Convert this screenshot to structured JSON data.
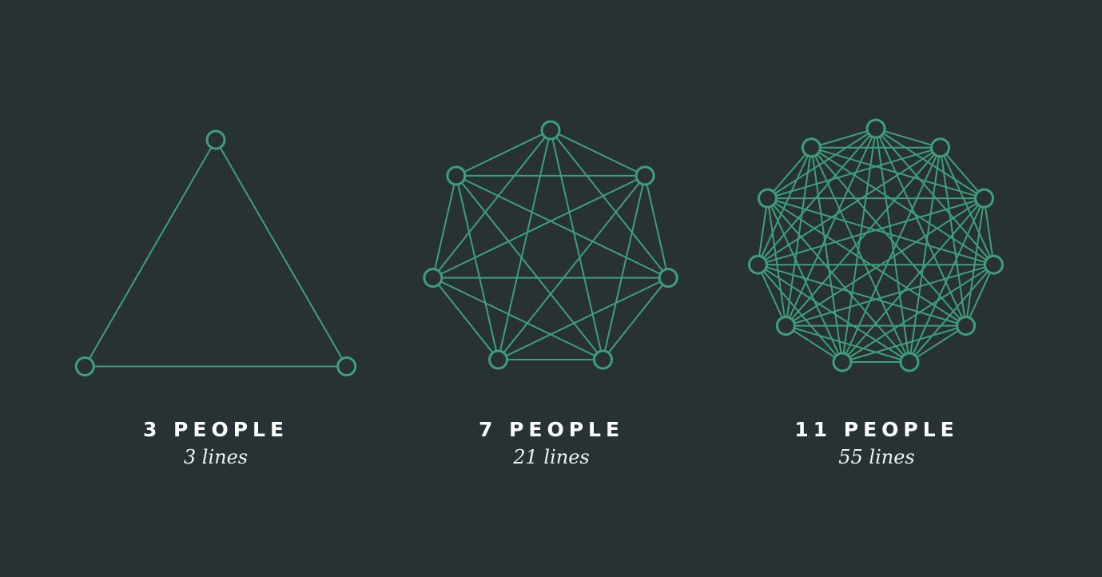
{
  "colors": {
    "background": "#283234",
    "network": "#3f9e7c",
    "text": "#ffffff"
  },
  "networks": [
    {
      "id": "net-3",
      "people": 3,
      "title": "3 PEOPLE",
      "subtitle": "3 lines"
    },
    {
      "id": "net-7",
      "people": 7,
      "title": "7 PEOPLE",
      "subtitle": "21 lines"
    },
    {
      "id": "net-11",
      "people": 11,
      "title": "11 PEOPLE",
      "subtitle": "55 lines"
    }
  ]
}
